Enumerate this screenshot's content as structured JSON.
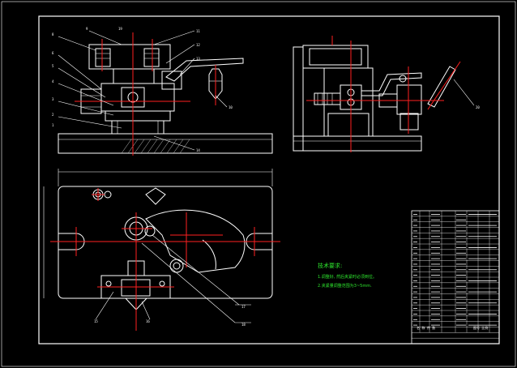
{
  "colors": {
    "background": "#000000",
    "line": "#ffffff",
    "centerline": "#ff2020",
    "note": "#2ee82e"
  },
  "front_view": {
    "balloons": [
      "8",
      "9",
      "6",
      "5",
      "4",
      "3",
      "2",
      "1",
      "11",
      "12",
      "13",
      "10",
      "19",
      "14"
    ]
  },
  "side_view": {
    "balloons": [
      "20"
    ]
  },
  "plan_view": {
    "balloons": [
      "17",
      "18",
      "15",
      "16"
    ]
  },
  "technical_requirements": {
    "title": "技术要求:",
    "line1": "1.调整好, 然后夹紧时必须到位。",
    "line2": "2.夹紧量调整范围为3~5mm."
  },
  "title_block": {
    "bottom_label": "名 称 件 数",
    "sheet_label": "图号 比例"
  }
}
